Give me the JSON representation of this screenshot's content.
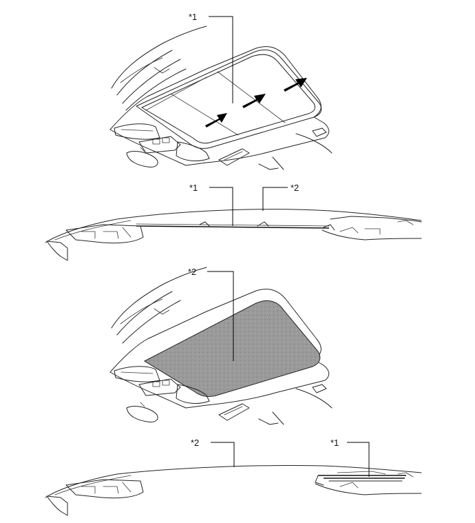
{
  "callouts": {
    "fig1_sunshade": "*1",
    "fig2_sunshade": "*1",
    "fig2_roof_headlining": "*2",
    "fig3_roof_headlining": "*2",
    "fig4_roof_headlining": "*2",
    "fig4_sunshade": "*1"
  },
  "colors": {
    "line": "#222222",
    "shade_fill": "#999999",
    "arrow": "#000000"
  },
  "icons": {
    "movement_arrow": "right-up-arrow"
  }
}
